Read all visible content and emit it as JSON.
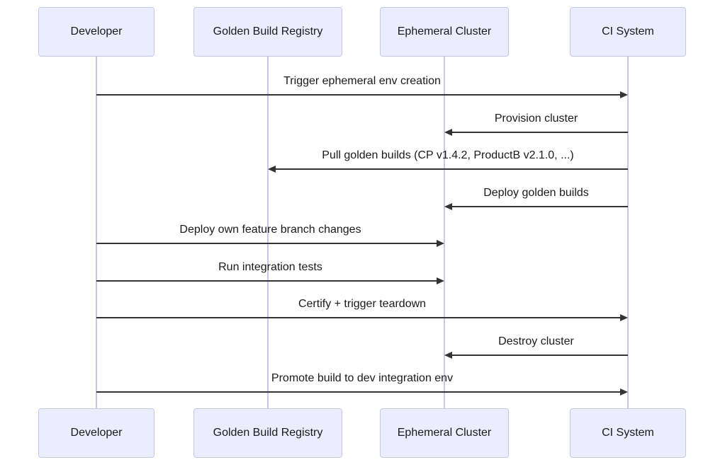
{
  "diagram": {
    "type": "sequence",
    "actors": [
      {
        "id": "developer",
        "label": "Developer"
      },
      {
        "id": "golden-build-registry",
        "label": "Golden Build Registry"
      },
      {
        "id": "ephemeral-cluster",
        "label": "Ephemeral Cluster"
      },
      {
        "id": "ci-system",
        "label": "CI System"
      }
    ],
    "messages": [
      {
        "from": "developer",
        "to": "ci-system",
        "label": "Trigger ephemeral env creation",
        "line": "solid",
        "arrowhead": "filled"
      },
      {
        "from": "ci-system",
        "to": "ephemeral-cluster",
        "label": "Provision cluster",
        "line": "solid",
        "arrowhead": "filled"
      },
      {
        "from": "ci-system",
        "to": "golden-build-registry",
        "label": "Pull golden builds (CP v1.4.2, ProductB v2.1.0, ...)",
        "line": "solid",
        "arrowhead": "filled"
      },
      {
        "from": "ci-system",
        "to": "ephemeral-cluster",
        "label": "Deploy golden builds",
        "line": "solid",
        "arrowhead": "filled"
      },
      {
        "from": "developer",
        "to": "ephemeral-cluster",
        "label": "Deploy own feature branch changes",
        "line": "solid",
        "arrowhead": "filled"
      },
      {
        "from": "developer",
        "to": "ephemeral-cluster",
        "label": "Run integration tests",
        "line": "solid",
        "arrowhead": "filled"
      },
      {
        "from": "developer",
        "to": "ci-system",
        "label": "Certify + trigger teardown",
        "line": "solid",
        "arrowhead": "filled"
      },
      {
        "from": "ci-system",
        "to": "ephemeral-cluster",
        "label": "Destroy cluster",
        "line": "solid",
        "arrowhead": "filled"
      },
      {
        "from": "developer",
        "to": "ci-system",
        "label": "Promote build to dev integration env",
        "line": "solid",
        "arrowhead": "filled"
      }
    ],
    "colors": {
      "background": "#FFFFFF",
      "actor_fill": "#ECECFF",
      "actor_border": "#C8C6E4",
      "lifeline": "#CBC7EA",
      "arrow": "#333333",
      "text": "#1A1A1A"
    }
  }
}
